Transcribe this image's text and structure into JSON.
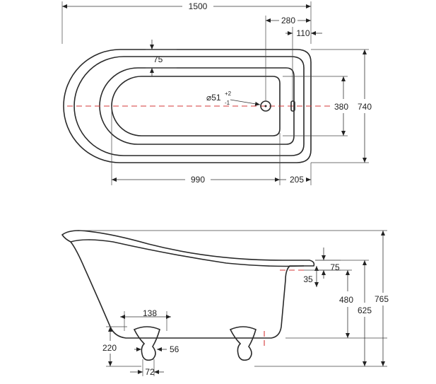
{
  "plan_view": {
    "dimensions": {
      "overall_length": "1500",
      "waste_offset": "280",
      "overflow_offset": "110",
      "rim_width": "75",
      "waste_diameter": "⌀51",
      "waste_tol_plus": "+2",
      "waste_tol_minus": "-1",
      "inner_width": "380",
      "overall_width": "740",
      "inner_length": "990",
      "end_length": "205"
    }
  },
  "side_view": {
    "dimensions": {
      "foot_spacing": "138",
      "foot_height": "220",
      "foot_width": "56",
      "foot_base": "72",
      "rim_drop": "75",
      "overflow_drop": "35",
      "waste_height": "480",
      "rim_height": "625",
      "overall_height": "765"
    }
  },
  "colors": {
    "centerline": "#d63a3a",
    "line": "#2a2a2a"
  }
}
